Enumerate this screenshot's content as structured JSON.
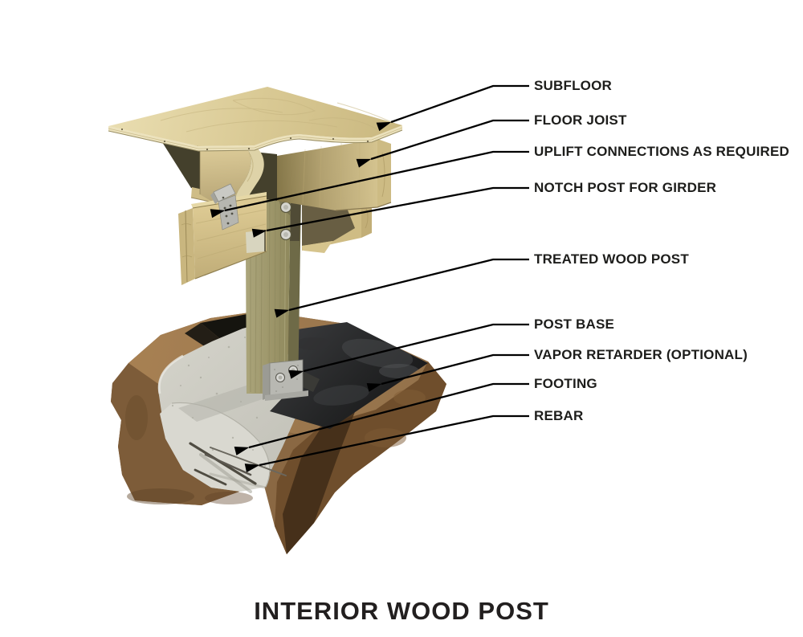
{
  "title": {
    "text": "INTERIOR WOOD POST"
  },
  "labels": [
    {
      "id": "subfloor",
      "text": "SUBFLOOR"
    },
    {
      "id": "floor-joist",
      "text": "FLOOR JOIST"
    },
    {
      "id": "uplift",
      "text": "UPLIFT CONNECTIONS AS REQUIRED"
    },
    {
      "id": "notch",
      "text": "NOTCH POST FOR GIRDER"
    },
    {
      "id": "treated-post",
      "text": "TREATED WOOD POST"
    },
    {
      "id": "post-base",
      "text": "POST BASE"
    },
    {
      "id": "vapor-retarder",
      "text": "VAPOR RETARDER (OPTIONAL)"
    },
    {
      "id": "footing",
      "text": "FOOTING"
    },
    {
      "id": "rebar",
      "text": "REBAR"
    }
  ],
  "colors": {
    "background": "#ffffff",
    "leader_line": "#000000",
    "label_text": "#1d1d1b",
    "plywood": "#d8c893",
    "framing_wood": "#cdbb85",
    "treated_post": "#a09a6e",
    "galvanized_metal": "#bcbcb6",
    "vapor_retarder": "#262626",
    "concrete": "#cdccc3",
    "soil": "#8a6843"
  }
}
